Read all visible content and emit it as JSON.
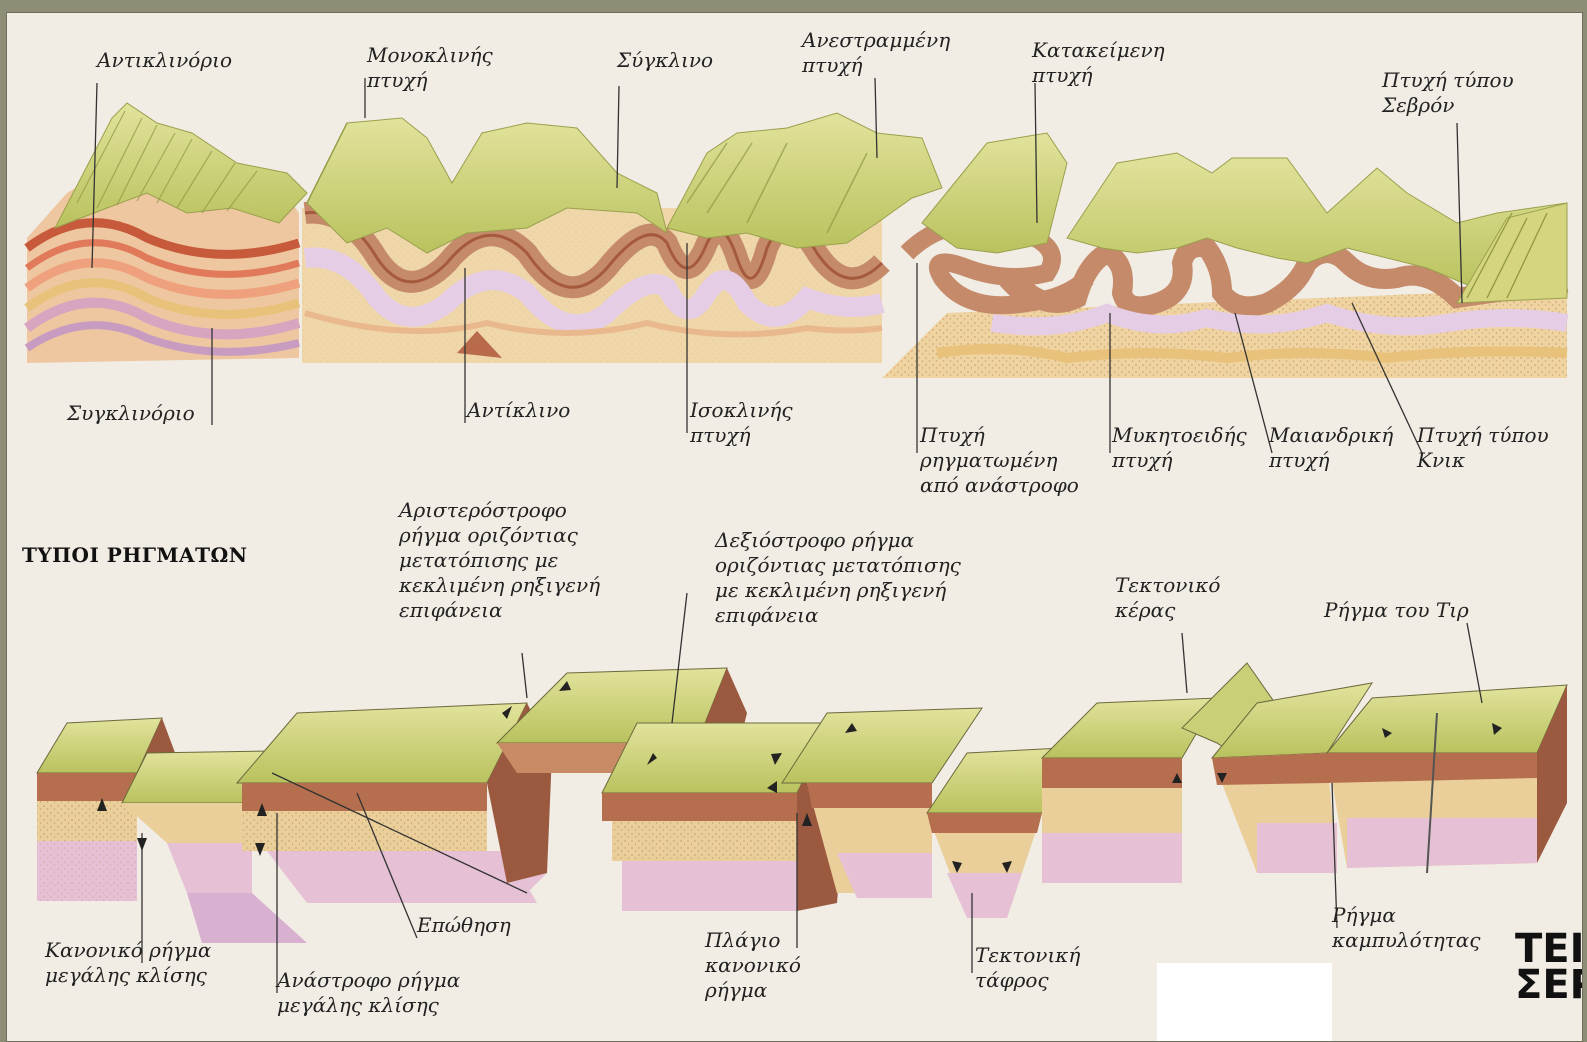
{
  "fold_section": {
    "labels": {
      "anticlinorium": "Αντικλινόριο",
      "synclinorium": "Συγκλινόριο",
      "monocline": "Μονοκλινής\nπτυχή",
      "syncline": "Σύγκλινο",
      "anticline": "Αντίκλινο",
      "overturned": "Ανεστραμμένη\nπτυχή",
      "isoclinal": "Ισοκλινής\nπτυχή",
      "recumbent": "Κατακείμενη\nπτυχή",
      "faulted": "Πτυχή\nρηγματωμένη\nαπό ανάστροφο",
      "mushroom": "Μυκητοειδής\nπτυχή",
      "meander": "Μαιανδρική\nπτυχή",
      "chevron": "Πτυχή τύπου\nΣεβρόν",
      "kink": "Πτυχή τύπου\nΚνικ"
    }
  },
  "fault_section": {
    "title": "ΤΥΠΟΙ ΡΗΓΜΑΤΩΝ",
    "labels": {
      "sinistral": "Αριστερόστροφο\nρήγμα οριζόντιας\nμετατόπισης με\nκεκλιμένη ρηξιγενή\nεπιφάνεια",
      "dextral": "Δεξιόστροφο ρήγμα\nοριζόντιας μετατόπισης\nμε κεκλιμένη ρηξιγενή\nεπιφάνεια",
      "horst": "Τεκτονικό\nκέρας",
      "tear": "Ρήγμα του Τιρ",
      "normal_high": "Κανονικό ρήγμα\nμεγάλης κλίσης",
      "reverse_high": "Ανάστροφο ρήγμα\nμεγάλης κλίσης",
      "thrust": "Επώθηση",
      "oblique_normal": "Πλάγιο\nκανονικό\nρήγμα",
      "graben": "Τεκτονική\nτάφρος",
      "curvature": "Ρήγμα\nκαμπυλότητας"
    }
  },
  "brand_text": "ΤΕΙ\nΣΕΡ",
  "colors": {
    "frame": "#8e8d76",
    "paper": "#f1ece4",
    "surface": "#c8cf76",
    "brown_layer": "#b98061",
    "sand_layer": "#ebcf9b",
    "pink_layer": "#e3bfd4",
    "ink": "#222222"
  }
}
